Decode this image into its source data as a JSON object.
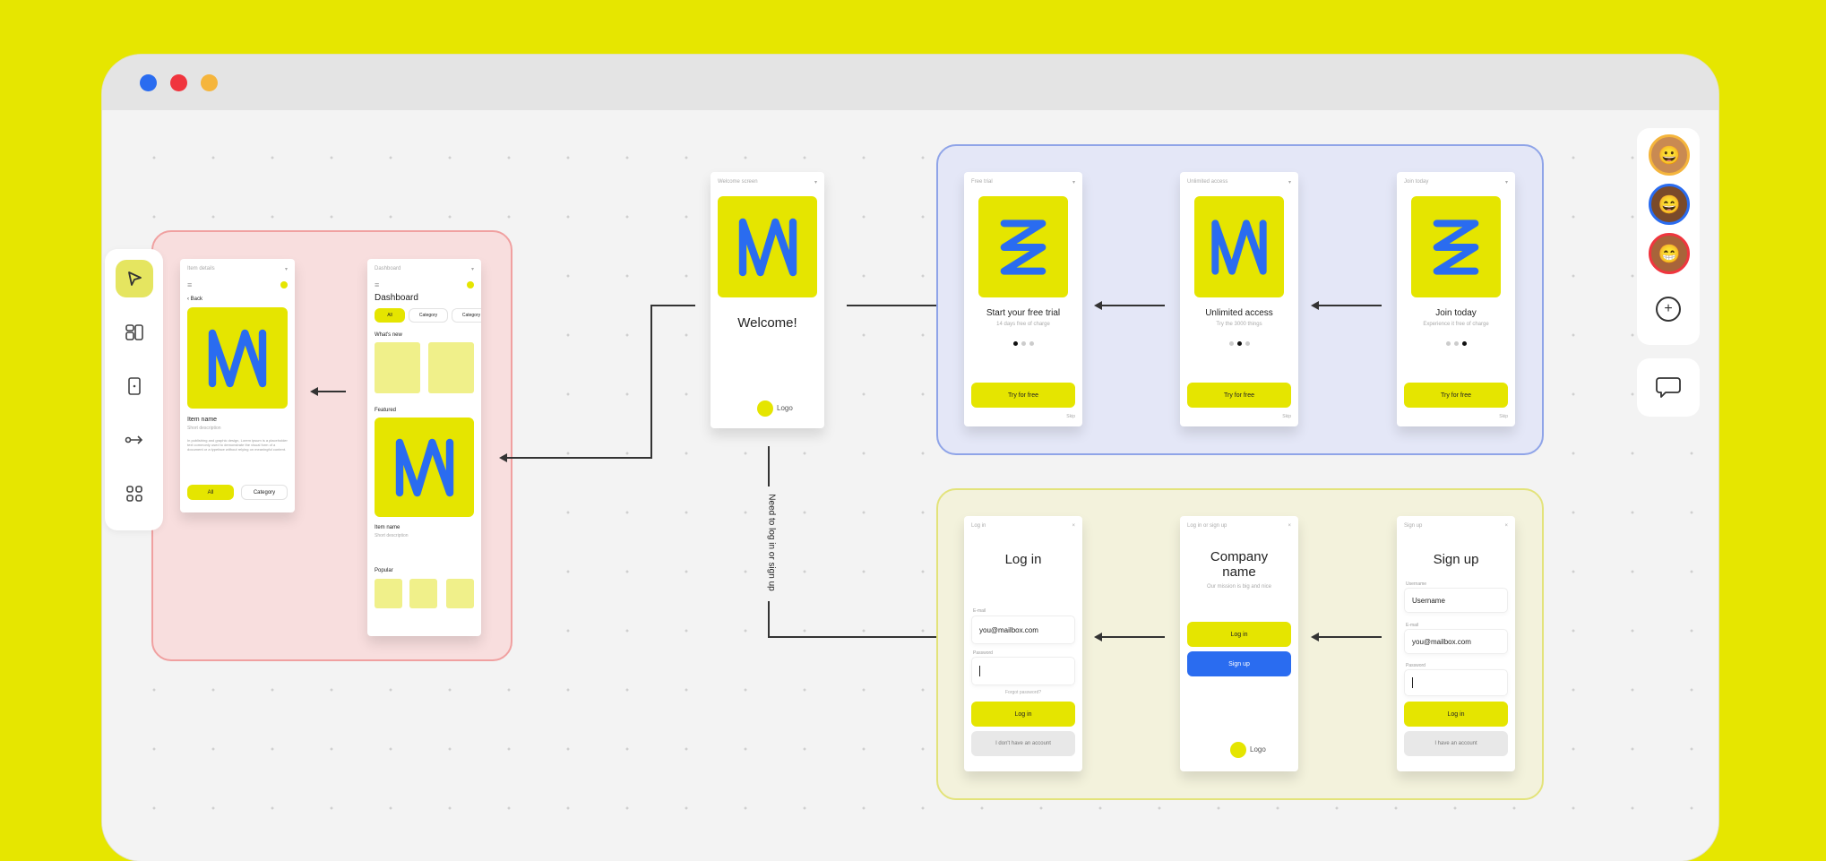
{
  "window": {
    "dots": [
      {
        "name": "blue",
        "color": "#2a6cf0"
      },
      {
        "name": "red",
        "color": "#f0353e"
      },
      {
        "name": "orange",
        "color": "#f5b53c"
      }
    ]
  },
  "colors": {
    "accent": "#e5e500",
    "blue": "#2a6cf0",
    "red_group": "#f8dede",
    "blue_group": "#e4e7f7",
    "yellow_group": "#f3f2dc"
  },
  "toolbar": {
    "tools": [
      "select-tool",
      "components-tool",
      "frame-tool",
      "connector-tool",
      "apps-tool"
    ]
  },
  "collaborators": [
    "user-1",
    "user-2",
    "user-3"
  ],
  "connector_label": "Need to log in or sign up",
  "item_screen": {
    "header": "Item details",
    "back": "Back",
    "item_name": "Item name",
    "short_desc": "Short description",
    "body": "In publishing and graphic design, Lorem ipsum is a placeholder text commonly used to demonstrate the visual form of a document or a typeface without relying on meaningful content.",
    "btn_all": "All",
    "btn_category": "Category"
  },
  "dashboard": {
    "header": "Dashboard",
    "title": "Dashboard",
    "chips": [
      "All",
      "Category",
      "Category"
    ],
    "whats_new": "What's new",
    "featured": "Featured",
    "item_name": "Item name",
    "short_desc": "Short description",
    "popular": "Popular"
  },
  "welcome": {
    "header": "Welcome screen",
    "title": "Welcome!",
    "logo": "Logo"
  },
  "onboarding": [
    {
      "header": "Free trial",
      "title": "Start your free trial",
      "subtitle": "14 days free of charge",
      "active_dot": 0,
      "button": "Try for free",
      "skip": "Skip"
    },
    {
      "header": "Unlimited access",
      "title": "Unlimited access",
      "subtitle": "Try the 3000 things",
      "active_dot": 1,
      "button": "Try for free",
      "skip": "Skip"
    },
    {
      "header": "Join today",
      "title": "Join today",
      "subtitle": "Experience it free of charge",
      "active_dot": 2,
      "button": "Try for free",
      "skip": "Skip"
    }
  ],
  "login": {
    "header": "Log in",
    "title": "Log in",
    "email_label": "E-mail",
    "email_value": "you@mailbox.com",
    "password_label": "Password",
    "forgot": "Forgot password?",
    "button": "Log in",
    "secondary": "I don't have an account"
  },
  "landing": {
    "header": "Log in or sign up",
    "title": "Company name",
    "subtitle": "Our mission is big and nice",
    "login": "Log in",
    "signup": "Sign up",
    "logo": "Logo"
  },
  "signup": {
    "header": "Sign up",
    "title": "Sign up",
    "username_label": "Username",
    "username_value": "Username",
    "email_label": "E-mail",
    "email_value": "you@mailbox.com",
    "password_label": "Password",
    "button": "Log in",
    "secondary": "I have an account"
  }
}
